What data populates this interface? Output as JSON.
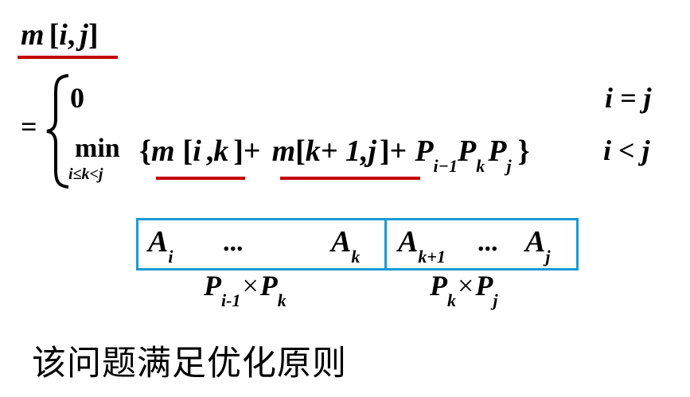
{
  "formula": {
    "lhs": {
      "m": "m",
      "open": "[",
      "i": "i",
      "comma": ",",
      "j": "j",
      "close": "]"
    },
    "equals": "=",
    "case1": {
      "value": "0",
      "condition": "i = j"
    },
    "case2": {
      "min": "min",
      "min_sub": "i≤k<j",
      "brace_open": "{",
      "t1_m": "m",
      "t1_open": "[",
      "t1_i": "i",
      "t1_comma": ",",
      "t1_k": "k",
      "t1_close": "]",
      "plus1": "+",
      "t2_m": "m",
      "t2_open": "[",
      "t2_k1": "k+ 1,",
      "t2_j": "j",
      "t2_close": "]",
      "plus2": "+",
      "p1": "P",
      "p1_sub": "i−1",
      "p2": "P",
      "p2_sub": "k",
      "p3": "P",
      "p3_sub": "j",
      "brace_close": "}",
      "condition": "i < j"
    }
  },
  "matrix_chain": {
    "left": {
      "a1": "A",
      "a1_sub": "i",
      "dots": "...",
      "a2": "A",
      "a2_sub": "k"
    },
    "right": {
      "a1": "A",
      "a1_sub": "k+1",
      "dots": "...",
      "a2": "A",
      "a2_sub": "j"
    },
    "left_dim": {
      "p1": "P",
      "p1_sub": "i-1",
      "times": "×",
      "p2": "P",
      "p2_sub": "k"
    },
    "right_dim": {
      "p1": "P",
      "p1_sub": "k",
      "times": "×",
      "p2": "P",
      "p2_sub": "j"
    }
  },
  "caption": "该问题满足优化原则",
  "colors": {
    "underline": "#c00000",
    "box": "#1a9ad6"
  }
}
